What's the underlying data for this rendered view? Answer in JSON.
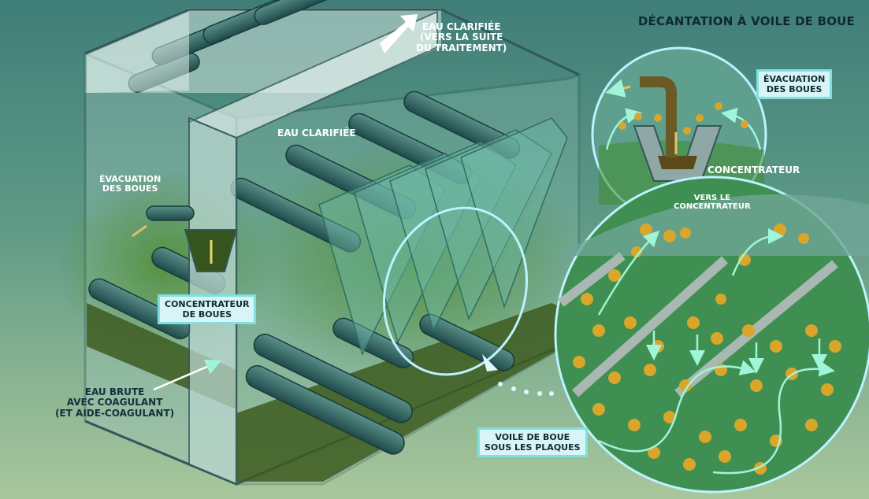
{
  "title": "DÉCANTATION À VOILE DE BOUE",
  "labels": {
    "eau_clarifiee_top": "EAU CLARIFIÉE",
    "eau_clarifiee_top_sub1": "(VERS LA SUITE",
    "eau_clarifiee_top_sub2": "DU TRAITEMENT)",
    "eau_clarifiee_mid": "EAU CLARIFIÉE",
    "evacuation_left_1": "ÉVACUATION",
    "evacuation_left_2": "DES BOUES",
    "concentrateur_boues_1": "CONCENTRATEUR",
    "concentrateur_boues_2": "DE BOUES",
    "eau_brute_1": "EAU BRUTE",
    "eau_brute_2": "AVEC COAGULANT",
    "eau_brute_3": "(ET AIDE-COAGULANT)",
    "evacuation_right_1": "ÉVACUATION",
    "evacuation_right_2": "DES BOUES",
    "concentrateur_right": "CONCENTRATEUR",
    "vers_concentrateur_1": "VERS LE",
    "vers_concentrateur_2": "CONCENTRATEUR",
    "voile_1": "VOILE DE BOUE",
    "voile_2": "SOUS LES PLAQUES"
  },
  "colors": {
    "background_top": "#3f7e78",
    "label_box_fill": "#d8f4f6",
    "label_box_border": "#7fe0e0",
    "sludge": "#3d5a1e",
    "floc": "#d9a62b",
    "arrow": "#9ff5d8"
  }
}
